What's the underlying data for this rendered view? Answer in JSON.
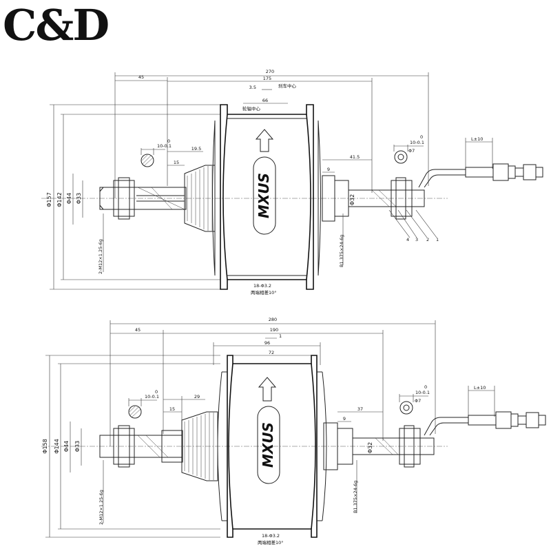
{
  "logo": {
    "text": "C&D"
  },
  "brand_mark": {
    "text": "MXUS"
  },
  "top_drawing": {
    "overall_length": "270",
    "left_offset": "45",
    "top_dim_1": "175",
    "top_dim_1_note": "刹车中心",
    "top_dim_2": "3.5",
    "rim_width": "66",
    "rim_note": "轮辐中心",
    "left_flange_dim": "19.5",
    "left_step_dim": "15",
    "right_step_dim": "41.5",
    "right_small_dim": "9",
    "tolerance_left": "10-0.1",
    "tolerance_left_upper": "0",
    "tolerance_right": "10-0.1",
    "tolerance_right_upper": "0",
    "cable_dia": "Φ7",
    "cable_length": "L±10",
    "dia_outer": "Φ157",
    "dia_mid": "Φ142",
    "dia_small": "Φ44",
    "dia_axle": "Φ33",
    "dia_right": "Φ32",
    "thread_left": "2-M12×1.25-6g",
    "thread_right": "B1.375×24-6g",
    "spoke_holes": "18-Φ3.2",
    "spoke_note": "两端相差10°",
    "part_labels": [
      "4",
      "3",
      "2",
      "1"
    ]
  },
  "bottom_drawing": {
    "overall_length": "280",
    "left_offset": "45",
    "span_190": "190",
    "top_small": "1",
    "rim_width": "96",
    "inner_width": "72",
    "left_flange_dim": "29",
    "left_step_dim": "15",
    "right_step_dim": "37",
    "right_small_dim": "9",
    "tolerance_left": "10-0.1",
    "tolerance_left_upper": "0",
    "tolerance_right": "10-0.1",
    "tolerance_right_upper": "0",
    "cable_dia": "Φ7",
    "cable_length": "L±10",
    "dia_outer": "Φ158",
    "dia_mid": "Φ144",
    "dia_small": "Φ44",
    "dia_axle": "Φ33",
    "dia_right": "Φ32",
    "thread_left": "2-M12×1.25-6g",
    "thread_right": "B1.375×24-6g",
    "spoke_holes": "18-Φ3.2",
    "spoke_note": "两端相差10°"
  }
}
